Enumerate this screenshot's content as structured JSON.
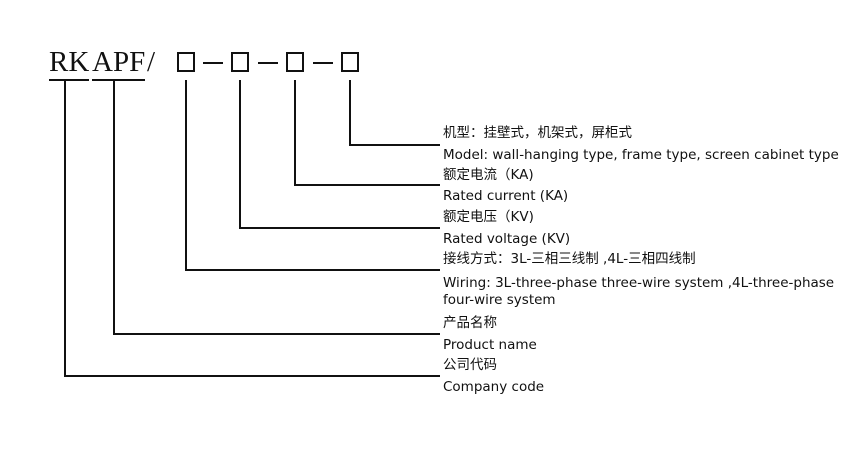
{
  "code": {
    "rk": "RK",
    "apf": "APF",
    "slash": "/"
  },
  "fields": [
    {
      "cn": "机型：挂壁式，机架式，屏柜式",
      "en": "Model: wall-hanging type, frame type, screen cabinet type"
    },
    {
      "cn": "额定电流（KA)",
      "en": "Rated current (KA)"
    },
    {
      "cn": "额定电压（KV)",
      "en": "Rated voltage (KV)"
    },
    {
      "cn": "接线方式：3L-三相三线制 ,4L-三相四线制",
      "en": "Wiring: 3L-three-phase three-wire system ,4L-three-phase four-wire system"
    },
    {
      "cn": "产品名称",
      "en": "Product name"
    },
    {
      "cn": "公司代码",
      "en": "Company code"
    }
  ],
  "colors": {
    "line": "#111111",
    "background": "#ffffff"
  }
}
